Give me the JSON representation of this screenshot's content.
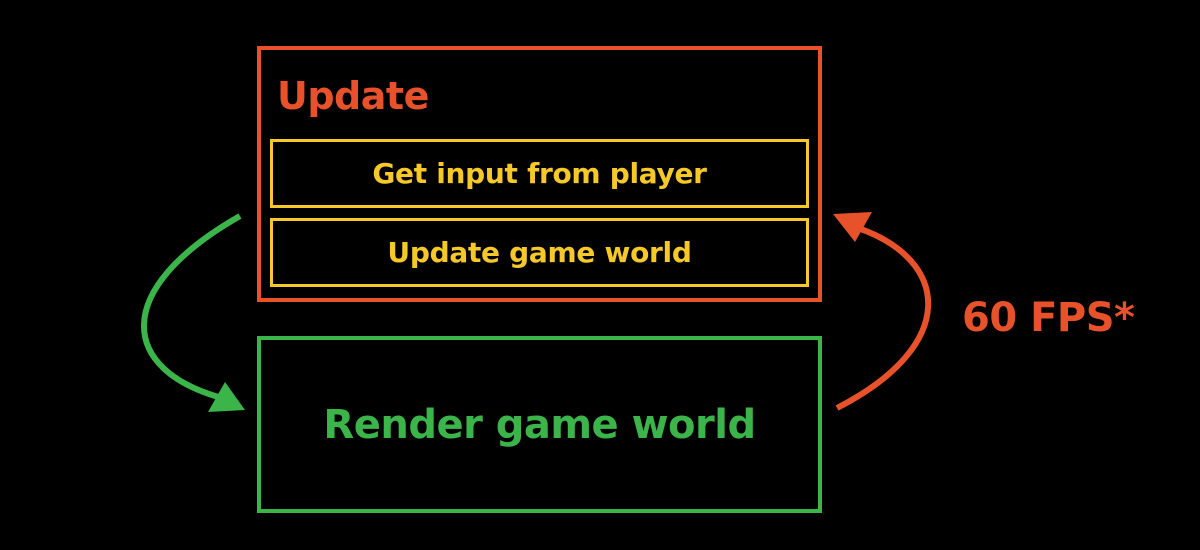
{
  "update": {
    "title": "Update",
    "steps": [
      "Get input from player",
      "Update game world"
    ]
  },
  "render": {
    "label": "Render game world"
  },
  "loop_rate": "60 FPS*",
  "colors": {
    "background": "#000000",
    "update": "#e8522a",
    "steps": "#f6c928",
    "render": "#3bb54a"
  },
  "icons": {
    "update_to_render": "curved-arrow-down",
    "render_to_update": "curved-arrow-up"
  }
}
